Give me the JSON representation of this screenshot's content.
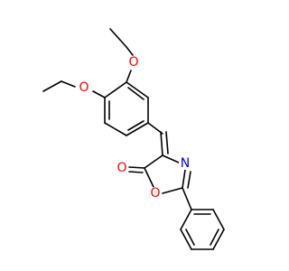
{
  "molecule": {
    "atoms": {
      "O_ether_upper": {
        "symbol": "O",
        "color": "#ff0000"
      },
      "O_ether_lower": {
        "symbol": "O",
        "color": "#ff0000"
      },
      "N_ring": {
        "symbol": "N",
        "color": "#0000ff"
      },
      "O_carbonyl": {
        "symbol": "O",
        "color": "#ff0000"
      },
      "O_ring": {
        "symbol": "O",
        "color": "#ff0000"
      }
    },
    "colors": {
      "bond": "#000000",
      "oxygen": "#ff0000",
      "nitrogen": "#0000ff",
      "background": "#ffffff"
    }
  }
}
